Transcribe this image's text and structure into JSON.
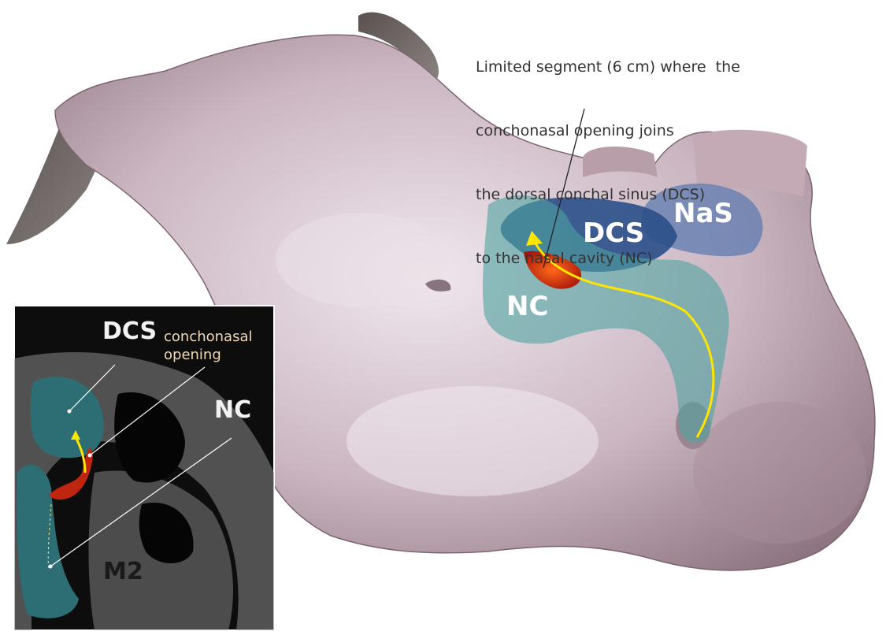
{
  "annotation": {
    "lines": [
      "Limited segment (6 cm) where  the",
      "conchonasal opening joins",
      "the dorsal conchal sinus (DCS)",
      "to the nasal cavity (NC)"
    ]
  },
  "main_view": {
    "labels": {
      "dcs": "DCS",
      "nas": "NaS",
      "nc": "NC"
    }
  },
  "inset": {
    "labels": {
      "dcs": "DCS",
      "opening_line1": "conchonasal",
      "opening_line2": "opening",
      "nc": "NC",
      "m2": "M2"
    }
  },
  "colors": {
    "skin": "#cdb8c4",
    "dcs_blue": "#2a4f8a",
    "nc_teal": "#4fa3a0",
    "segment_red": "#b81e10",
    "path_yellow": "#ffe600",
    "inset_bg": "#0d0d0d",
    "inset_teal": "#2d6e74"
  }
}
